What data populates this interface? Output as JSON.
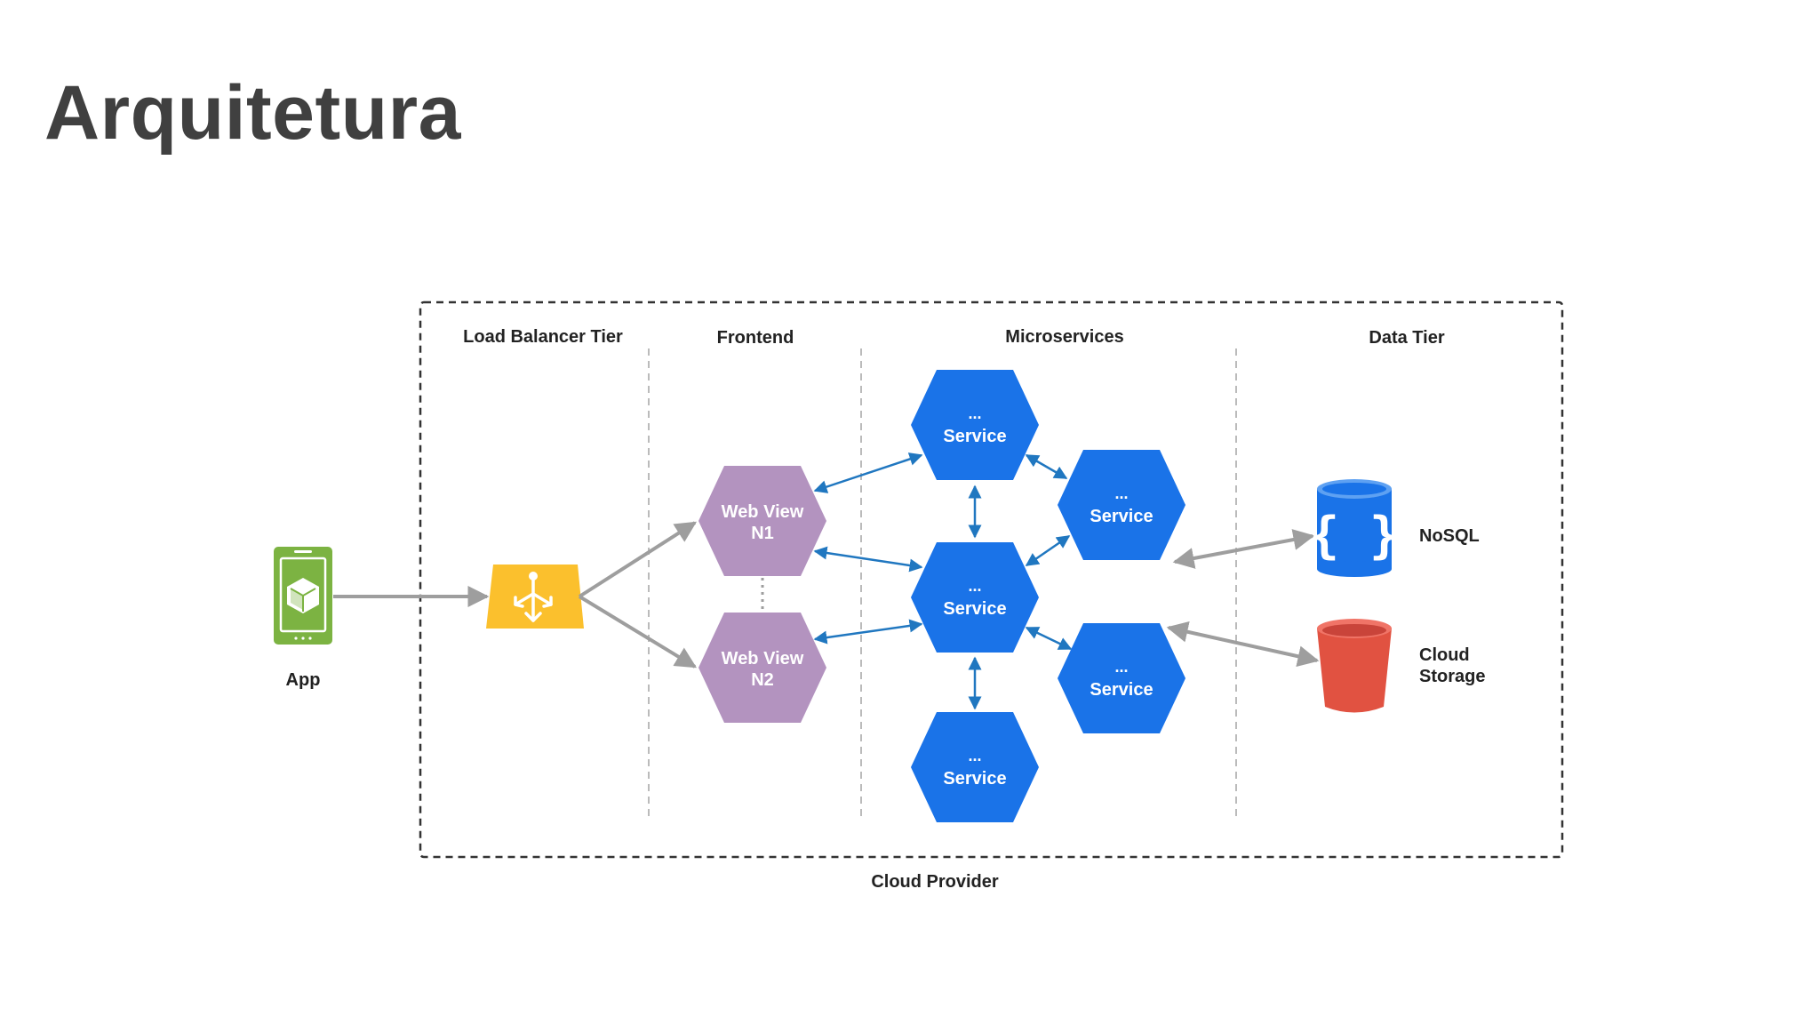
{
  "title": "Arquitetura",
  "tiers": {
    "load_balancer": "Load Balancer Tier",
    "frontend": "Frontend",
    "microservices": "Microservices",
    "data": "Data Tier"
  },
  "boundary_label": "Cloud Provider",
  "app_label": "App",
  "webviews": [
    {
      "line1": "Web View",
      "line2": "N1"
    },
    {
      "line1": "Web View",
      "line2": "N2"
    }
  ],
  "services": [
    {
      "dots": "...",
      "label": "Service"
    },
    {
      "dots": "...",
      "label": "Service"
    },
    {
      "dots": "...",
      "label": "Service"
    },
    {
      "dots": "...",
      "label": "Service"
    },
    {
      "dots": "...",
      "label": "Service"
    }
  ],
  "storage": {
    "nosql": {
      "label": "NoSQL",
      "glyph": "{ }"
    },
    "cloud": {
      "line1": "Cloud",
      "line2": "Storage"
    }
  },
  "colors": {
    "title": "#404040",
    "service": "#1a73e8",
    "webview": "#b393bf",
    "load_balancer": "#fbc02d",
    "app": "#7cb342",
    "nosql": "#1a73e8",
    "cloud_storage": "#e15241",
    "arrow_gray": "#9e9e9e",
    "arrow_blue": "#2077c0"
  }
}
